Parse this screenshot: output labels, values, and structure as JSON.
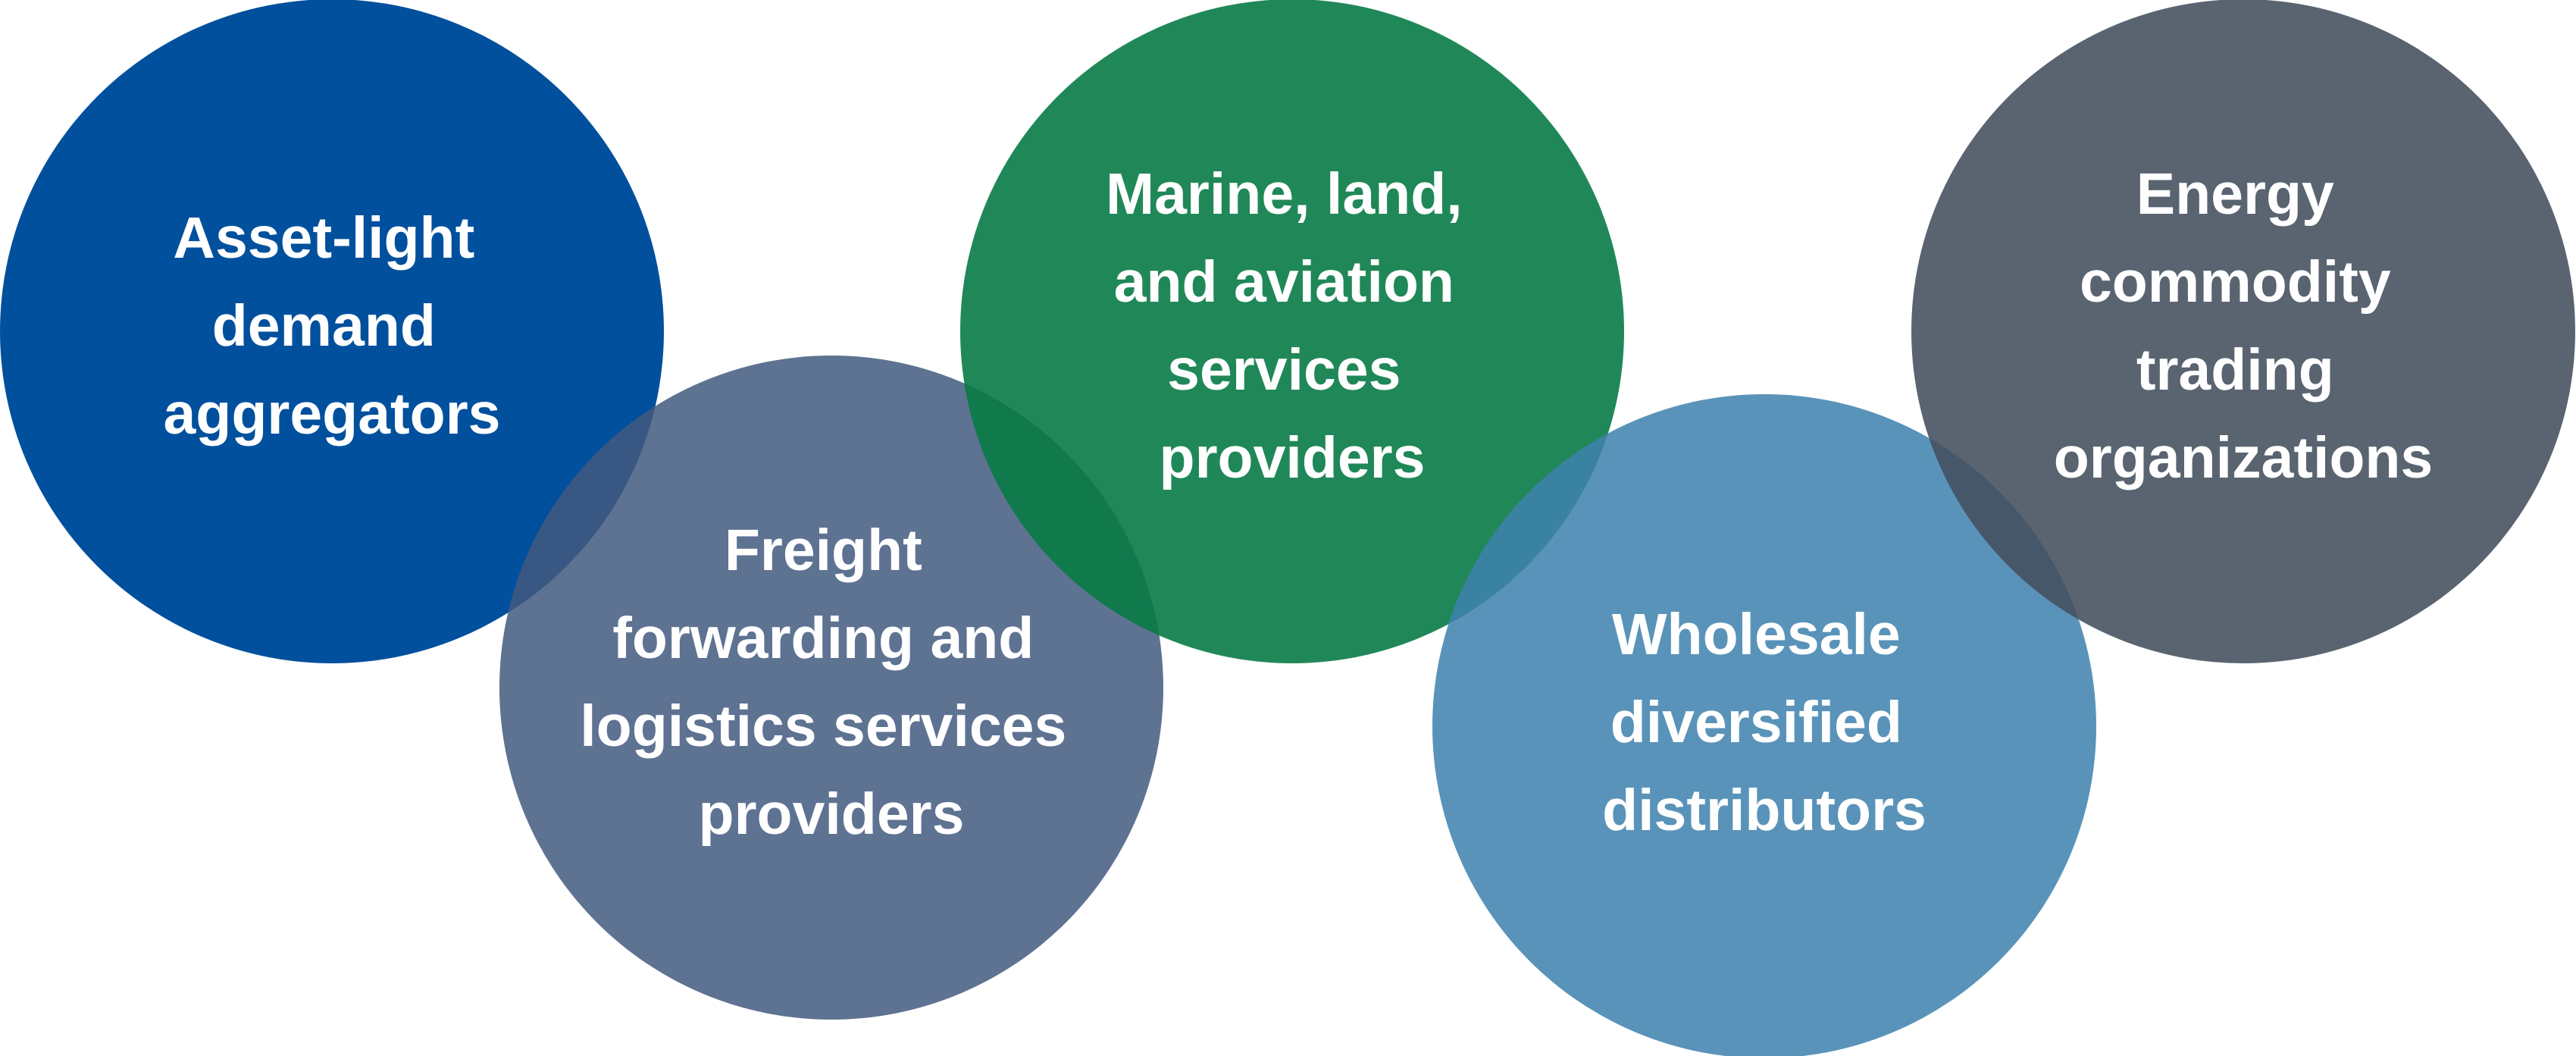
{
  "diagram": {
    "circles": [
      {
        "id": "asset-light",
        "lines": [
          "Asset-light",
          "demand",
          "aggregators"
        ],
        "color": "#00509d"
      },
      {
        "id": "freight-forwarding",
        "lines": [
          "Freight",
          "forwarding and",
          "logistics services",
          "providers"
        ],
        "color": "#42597f"
      },
      {
        "id": "marine-land-aviation",
        "lines": [
          "Marine, land,",
          "and aviation",
          "services",
          "providers"
        ],
        "color": "#087b46"
      },
      {
        "id": "wholesale",
        "lines": [
          "Wholesale",
          "diversified",
          "distributors"
        ],
        "color": "#3f81ad"
      },
      {
        "id": "energy-commodity",
        "lines": [
          "Energy",
          "commodity",
          "trading",
          "organizations"
        ],
        "color": "#424f5c"
      }
    ]
  }
}
